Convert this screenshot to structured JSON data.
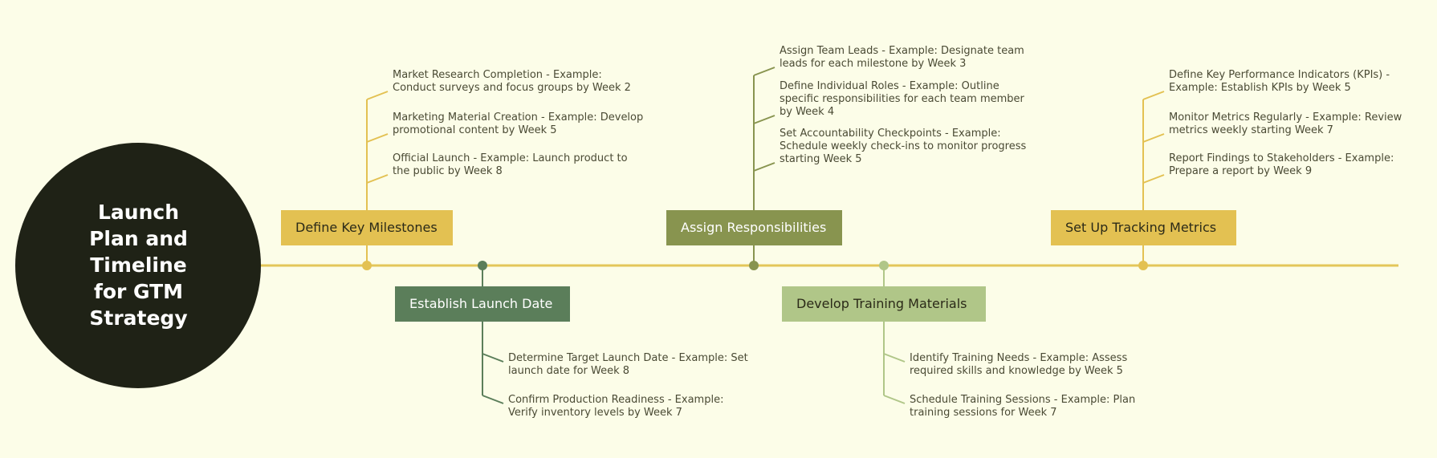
{
  "colors": {
    "background": "#fcfde8",
    "center": "#1f2216",
    "axis": "#e3c659",
    "text": "#4a4a34"
  },
  "center": {
    "lines": [
      "Launch",
      "Plan and",
      "Timeline",
      "for GTM",
      "Strategy"
    ]
  },
  "branches": [
    {
      "title": "Define Key Milestones",
      "color": "#e3c152",
      "text_color": "#2b2a18",
      "line_color": "#e3c152",
      "items": [
        {
          "lines": [
            "Market Research Completion - Example:",
            "Conduct surveys and focus groups by Week 2"
          ]
        },
        {
          "lines": [
            "Marketing Material Creation - Example: Develop",
            "promotional content by Week 5"
          ]
        },
        {
          "lines": [
            "Official Launch - Example: Launch product to",
            "the public by Week 8"
          ]
        }
      ]
    },
    {
      "title": "Establish Launch Date",
      "color": "#5b7e5a",
      "text_color": "#ffffff",
      "line_color": "#5b7e5a",
      "items": [
        {
          "lines": [
            "Determine Target Launch Date - Example: Set",
            "launch date for Week 8"
          ]
        },
        {
          "lines": [
            "Confirm Production Readiness - Example:",
            "Verify inventory levels by Week 7"
          ]
        }
      ]
    },
    {
      "title": "Assign Responsibilities",
      "color": "#88944f",
      "text_color": "#ffffff",
      "line_color": "#88944f",
      "items": [
        {
          "lines": [
            "Assign Team Leads - Example: Designate team",
            "leads for each milestone by Week 3"
          ]
        },
        {
          "lines": [
            "Define Individual Roles - Example: Outline",
            "specific responsibilities for each team member",
            "by Week 4"
          ]
        },
        {
          "lines": [
            "Set Accountability Checkpoints - Example:",
            "Schedule weekly check-ins to monitor progress",
            "starting Week 5"
          ]
        }
      ]
    },
    {
      "title": "Develop Training Materials",
      "color": "#b0c688",
      "text_color": "#2b2a18",
      "line_color": "#b0c688",
      "items": [
        {
          "lines": [
            "Identify Training Needs - Example: Assess",
            "required skills and knowledge by Week 5"
          ]
        },
        {
          "lines": [
            "Schedule Training Sessions - Example: Plan",
            "training sessions for Week 7"
          ]
        }
      ]
    },
    {
      "title": "Set Up Tracking Metrics",
      "color": "#e3c152",
      "text_color": "#2b2a18",
      "line_color": "#e3c152",
      "items": [
        {
          "lines": [
            "Define Key Performance Indicators (KPIs) -",
            "Example: Establish KPIs by Week 5"
          ]
        },
        {
          "lines": [
            "Monitor Metrics Regularly - Example: Review",
            "metrics weekly starting Week 7"
          ]
        },
        {
          "lines": [
            "Report Findings to Stakeholders - Example:",
            "Prepare a report by Week 9"
          ]
        }
      ]
    }
  ]
}
